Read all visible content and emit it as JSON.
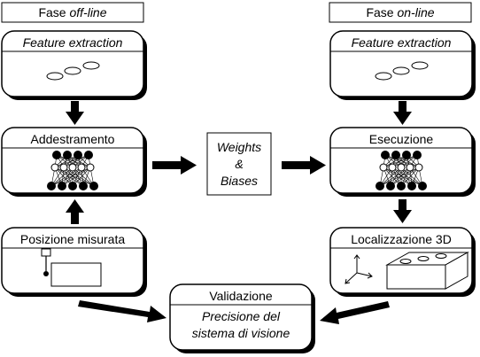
{
  "headers": {
    "offline": {
      "prefix": "Fase ",
      "suffix": "off-line"
    },
    "online": {
      "prefix": "Fase ",
      "suffix": "on-line"
    }
  },
  "offline": {
    "feature_extraction": "Feature extraction",
    "training": "Addestramento",
    "measured_position": "Posizione misurata"
  },
  "online": {
    "feature_extraction": "Feature extraction",
    "execution": "Esecuzione",
    "localization": "Localizzazione 3D"
  },
  "center": {
    "weights_line1": "Weights",
    "weights_line2": "&",
    "weights_line3": "Biases"
  },
  "validation": {
    "title": "Validazione",
    "line1": "Precisione del",
    "line2": "sistema di visione"
  },
  "colors": {
    "stroke": "#000000",
    "fill": "#ffffff",
    "shadow": "#000000"
  }
}
